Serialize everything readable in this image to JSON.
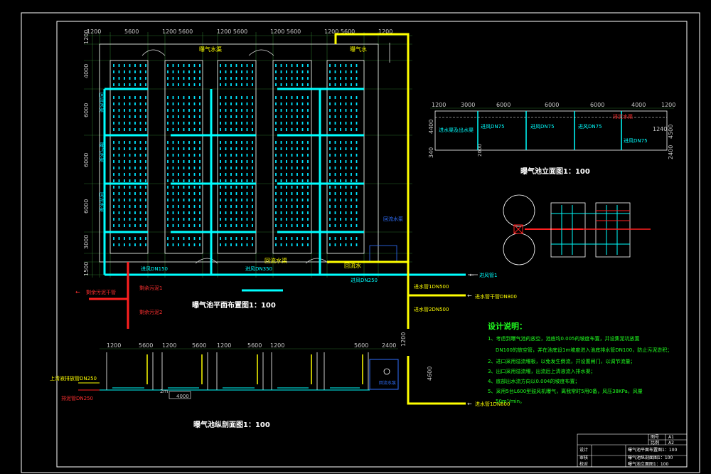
{
  "colors": {
    "background": "#000000",
    "frame": "#ffffff",
    "dim": "#c8c8c8",
    "grid": "#2a6a2a",
    "pipe_air": "#00ffff",
    "pipe_water": "#ffff00",
    "pipe_sludge": "#ff2020",
    "diffuser": "#00e5ff",
    "label_yellow": "#ffff00",
    "label_red": "#ff3030",
    "label_green": "#20ff20",
    "label_cyan": "#00ffff",
    "label_blue": "#3070ff",
    "arrow": "#e0e0e0"
  },
  "plan": {
    "title": "曝气池平面布置图1：100",
    "top_dims": [
      "1200",
      "5600",
      "1200 5600",
      "1200 5600",
      "1200 5600",
      "1200 5600",
      "1200"
    ],
    "left_dims": [
      "1200",
      "4000",
      "6000",
      "6000",
      "6000",
      "3000",
      "1500"
    ],
    "labels": {
      "top_channel": "曝气水渠",
      "top_right": "曝气水",
      "bottom_channel": "回流水渠",
      "bottom_right": "回流水",
      "control": "回流水泵",
      "air_pipe_left": "进风DN150",
      "air_pipe_mid": "进风DN350",
      "air_pipe_bottom": "进风DN250",
      "air_main": "进风管1",
      "water_pipe_1": "进水管1DN500",
      "water_main": "进水管干管DN800",
      "water_pipe_2": "进水管2DN500",
      "sludge_main": "剩余污泥干管",
      "sludge_1": "剩余污泥1",
      "sludge_2": "剩余污泥2",
      "side_vertical": [
        "回流水渠",
        "曝气水渠",
        "回流水渠"
      ]
    }
  },
  "elevation": {
    "title": "曝气池立面图1：100",
    "top_dims": [
      "1200",
      "3000",
      "6000",
      "6000",
      "6000",
      "4000",
      "1200"
    ],
    "left_dims": [
      "4400",
      "340"
    ],
    "right_dims": [
      "4500",
      "1240",
      "2400"
    ],
    "bottom_dims": [
      "2000"
    ],
    "labels": [
      "进水渠及出水渠",
      "进风DN75",
      "进风DN75",
      "进风DN75",
      "进风DN75"
    ],
    "red_label": "排泥水渠"
  },
  "section": {
    "title": "曝气池纵剖面图1：100",
    "top_dims": [
      "1200",
      "5600",
      "1200",
      "5600",
      "1200",
      "5600",
      "1200",
      "5600",
      "2400"
    ],
    "right_dims": [
      "1200",
      "4600"
    ],
    "bottom_dim": "4000",
    "small_dim": "2m",
    "labels": {
      "pipe_top": "上清液排放管DN250",
      "pipe_mid": "排泥管DN250",
      "pump": "回流水泵",
      "inlet": "进水管1DN800"
    }
  },
  "notes": {
    "heading": "设计说明：",
    "lines": [
      "1、考虑到曝气池的放空，池底均0.005的坡度布置，并设集泥坑放置",
      "DN100的放空管，并在池底设1m坡度进入池底排水管DN100，防止污泥淤积；",
      "2、进口采用溢流堰板，以免发生倒流，并设置闸门，以调节流量；",
      "3、出口采用溢流堰，出流后上清液流入排水渠；",
      "4、底部出水流方向以0.004的坡度布置；",
      "5、采用5台L600型鼓风机曝气，离我常时5用0备，风压38KPa，风量",
      "50m³/min。"
    ]
  },
  "title_block": {
    "cells_right": [
      "图号",
      "比例"
    ],
    "cells_right_values": [
      "A1",
      "A2"
    ],
    "rows_left": [
      "设计",
      "审核",
      "校对"
    ],
    "drawings": [
      "曝气池平面布置图1：100",
      "曝气池纵剖面图1：100",
      "曝气池立面图1：100"
    ]
  }
}
